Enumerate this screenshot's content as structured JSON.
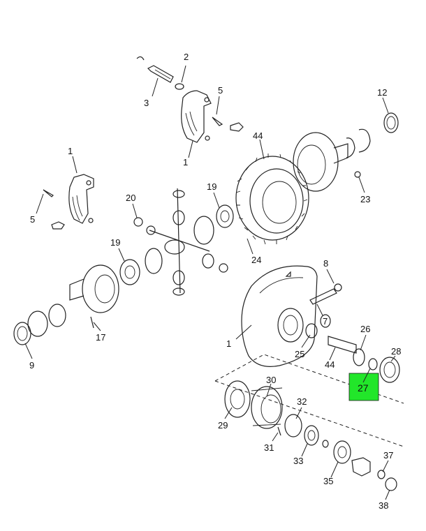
{
  "diagram": {
    "highlight_color": "#22e62a",
    "highlighted_callout": "27",
    "callouts": {
      "c2": "2",
      "c3": "3",
      "c5a": "5",
      "c12": "12",
      "c1a": "1",
      "c44a": "44",
      "c1b": "1",
      "c19a": "19",
      "c20": "20",
      "c5b": "5",
      "c23": "23",
      "c19b": "19",
      "c24": "24",
      "c8": "8",
      "c7": "7",
      "c17": "17",
      "c1c": "1",
      "c26": "26",
      "c25": "25",
      "c44b": "44",
      "c28": "28",
      "c9": "9",
      "c27": "27",
      "c30": "30",
      "c32": "32",
      "c29": "29",
      "c31": "31",
      "c33": "33",
      "c37": "37",
      "c35": "35",
      "c38": "38"
    }
  }
}
